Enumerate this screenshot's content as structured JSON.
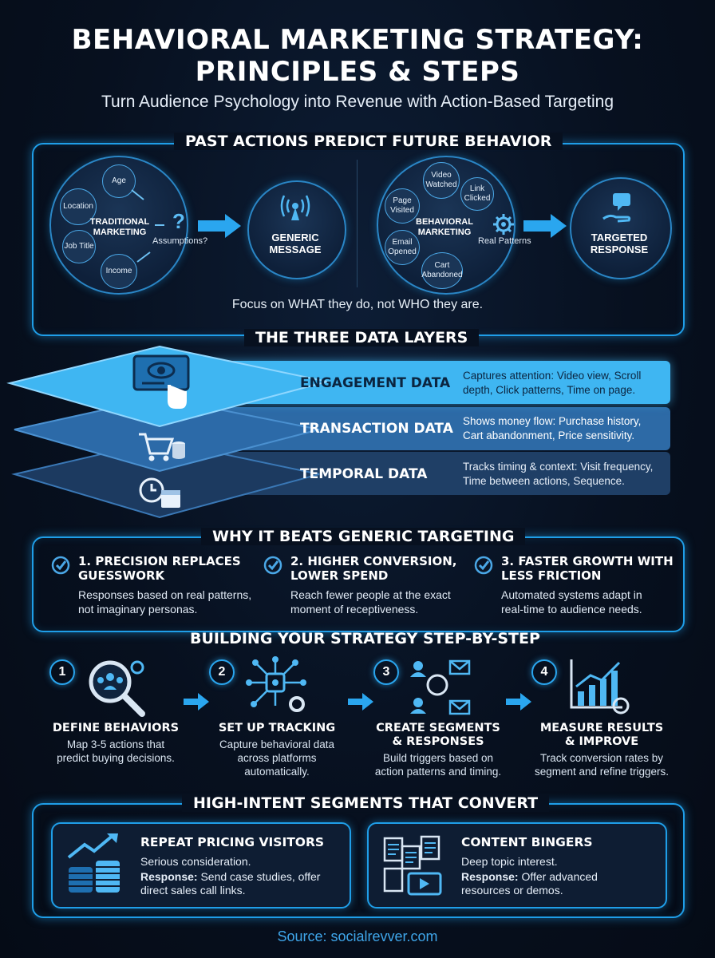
{
  "header": {
    "title_line1": "BEHAVIORAL MARKETING STRATEGY:",
    "title_line2": "PRINCIPLES & STEPS",
    "subtitle": "Turn Audience Psychology into Revenue with Action-Based Targeting"
  },
  "past_actions": {
    "title": "PAST ACTIONS PREDICT FUTURE BEHAVIOR",
    "traditional": {
      "center_label_1": "TRADITIONAL",
      "center_label_2": "MARKETING",
      "bubbles": [
        "Age",
        "Location",
        "Job Title",
        "Income"
      ],
      "assumption_text": "Assumptions?"
    },
    "generic_message_1": "GENERIC",
    "generic_message_2": "MESSAGE",
    "behavioral": {
      "center_label_1": "BEHAVIORAL",
      "center_label_2": "MARKETING",
      "bubbles": [
        "Video Watched",
        "Link Clicked",
        "Page Visited",
        "Email Opened",
        "Cart Abandoned"
      ],
      "patterns_text": "Real Patterns"
    },
    "targeted_response_1": "TARGETED",
    "targeted_response_2": "RESPONSE",
    "tagline": "Focus on WHAT they do, not WHO they are."
  },
  "data_layers": {
    "title": "THE THREE DATA LAYERS",
    "layers": [
      {
        "label": "ENGAGEMENT DATA",
        "desc_1": "Captures attention: Video view, Scroll",
        "desc_2": "depth, Click patterns, Time on page."
      },
      {
        "label": "TRANSACTION DATA",
        "desc_1": "Shows money flow: Purchase history,",
        "desc_2": "Cart abandonment, Price sensitivity."
      },
      {
        "label": "TEMPORAL DATA",
        "desc_1": "Tracks timing & context: Visit frequency,",
        "desc_2": "Time between actions, Sequence."
      }
    ]
  },
  "benefits": {
    "title": "WHY IT BEATS GENERIC TARGETING",
    "items": [
      {
        "title_1": "1. PRECISION REPLACES",
        "title_2": "GUESSWORK",
        "text_1": "Responses based on real patterns,",
        "text_2": "not imaginary personas."
      },
      {
        "title_1": "2. HIGHER CONVERSION,",
        "title_2": "LOWER SPEND",
        "text_1": "Reach fewer people at the exact",
        "text_2": "moment of receptiveness."
      },
      {
        "title_1": "3. FASTER GROWTH WITH",
        "title_2": "LESS FRICTION",
        "text_1": "Automated systems adapt in",
        "text_2": "real-time to audience needs."
      }
    ]
  },
  "steps": {
    "title": "BUILDING YOUR STRATEGY STEP-BY-STEP",
    "items": [
      {
        "num": "1",
        "title_1": "DEFINE BEHAVIORS",
        "title_2": "",
        "text_1": "Map 3-5 actions that",
        "text_2": "predict buying decisions.",
        "text_3": ""
      },
      {
        "num": "2",
        "title_1": "SET UP TRACKING",
        "title_2": "",
        "text_1": "Capture behavioral data",
        "text_2": "across platforms",
        "text_3": "automatically."
      },
      {
        "num": "3",
        "title_1": "CREATE SEGMENTS",
        "title_2": "& RESPONSES",
        "text_1": "Build triggers based on",
        "text_2": "action patterns and timing.",
        "text_3": ""
      },
      {
        "num": "4",
        "title_1": "MEASURE RESULTS",
        "title_2": "& IMPROVE",
        "text_1": "Track conversion rates by",
        "text_2": "segment and refine triggers.",
        "text_3": ""
      }
    ]
  },
  "segments": {
    "title": "HIGH-INTENT SEGMENTS THAT CONVERT",
    "items": [
      {
        "title": "REPEAT PRICING VISITORS",
        "desc": "Serious consideration.",
        "response_label": "Response:",
        "response_1": " Send case studies, offer",
        "response_2": "direct sales call links."
      },
      {
        "title": "CONTENT BINGERS",
        "desc": "Deep topic interest.",
        "response_label": "Response:",
        "response_1": " Offer advanced",
        "response_2": "resources or demos."
      }
    ]
  },
  "footer": {
    "source": "Source: socialrevver.com"
  },
  "colors": {
    "accent": "#1f9ee8",
    "layer_top": "#3fb6f2",
    "layer_mid": "#2d6aa6",
    "layer_bottom": "#1f3f66",
    "background": "#07101f"
  },
  "icons": [
    "broadcast-icon",
    "chat-hand-icon",
    "eye-screen-icon",
    "cart-coins-icon",
    "clock-calendar-icon",
    "check-circle-icon",
    "magnifier-people-icon",
    "network-gear-icon",
    "segment-mail-icon",
    "bar-chart-icon",
    "growth-coins-icon",
    "documents-video-icon"
  ]
}
